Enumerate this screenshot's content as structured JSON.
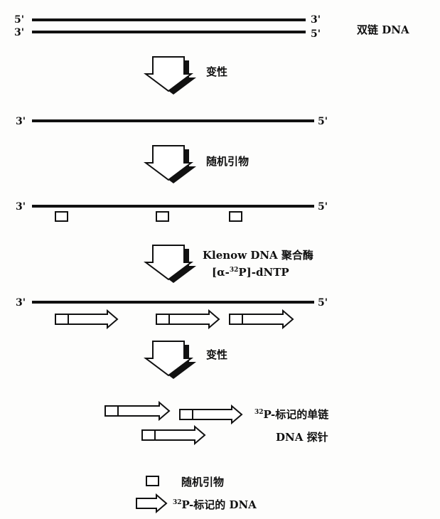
{
  "strand_ends": {
    "five": "5'",
    "three": "3'"
  },
  "labels": {
    "ds_dna": "双链 DNA",
    "denature_1": "变性",
    "random_primers": "随机引物",
    "klenow": "Klenow DNA 聚合酶",
    "dntp_pre": "[α-",
    "dntp_sup": "32",
    "dntp_post": "P]-dNTP",
    "denature_2": "变性",
    "probe_sup": "32",
    "probe_line1": "P-标记的单链",
    "probe_line2": "DNA 探针"
  },
  "legend": {
    "primer_label": "随机引物",
    "labeled_sup": "32",
    "labeled_label": "P-标记的 DNA"
  },
  "colors": {
    "ink": "#111111",
    "paper": "#fdfdfc"
  }
}
